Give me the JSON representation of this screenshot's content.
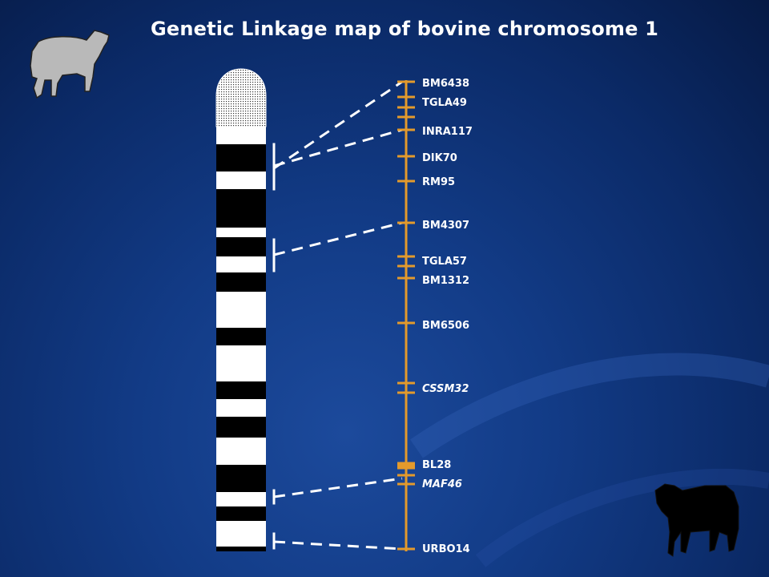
{
  "title": "Genetic Linkage map of bovine chromosome 1",
  "colors": {
    "background": "#0b2a67",
    "map_line": "#e39a2c",
    "band_dark": "#000000",
    "band_light": "#ffffff",
    "connector": "#ffffff",
    "text": "#ffffff"
  },
  "icons": {
    "top_left": "zebu-cow-silhouette-icon",
    "bottom_right": "black-bull-silhouette-icon"
  },
  "markers": [
    {
      "label": "BM6438",
      "ticks": 1,
      "italic": false
    },
    {
      "label": "TGLA49",
      "ticks": 3,
      "italic": false
    },
    {
      "label": "INRA117",
      "ticks": 1,
      "italic": false
    },
    {
      "label": "DIK70",
      "ticks": 1,
      "italic": false
    },
    {
      "label": "RM95",
      "ticks": 1,
      "italic": false
    },
    {
      "label": "BM4307",
      "ticks": 1,
      "italic": false
    },
    {
      "label": "TGLA57",
      "ticks": 2,
      "italic": false
    },
    {
      "label": "BM1312",
      "ticks": 1,
      "italic": false
    },
    {
      "label": "BM6506",
      "ticks": 1,
      "italic": false
    },
    {
      "label": "CSSM32",
      "ticks": 2,
      "italic": true
    },
    {
      "label": "BL28",
      "ticks": 3,
      "italic": false
    },
    {
      "label": "MAF46",
      "ticks": 2,
      "italic": true
    },
    {
      "label": "URBO14",
      "ticks": 1,
      "italic": false
    }
  ]
}
